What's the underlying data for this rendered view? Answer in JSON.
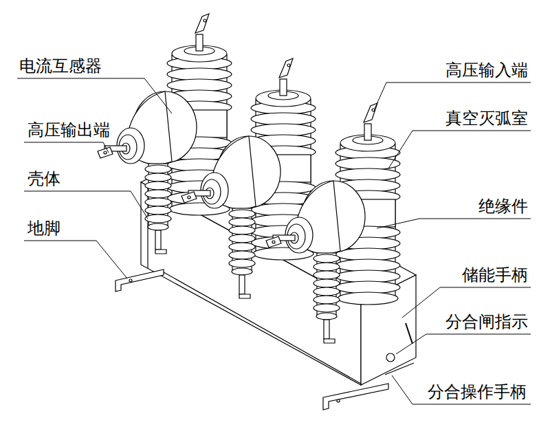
{
  "diagram": {
    "labels": [
      "电流互感器",
      "高压输出端",
      "壳体",
      "地脚",
      "高压输入端",
      "真空灭弧室",
      "绝缘件",
      "储能手柄",
      "分合闸指示",
      "分合操作手柄"
    ]
  }
}
